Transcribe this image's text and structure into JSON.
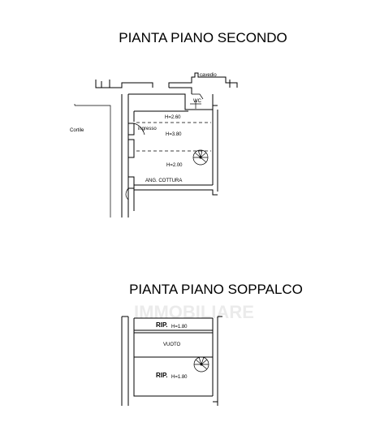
{
  "plans": {
    "second_floor": {
      "title": "PIANTA PIANO SECONDO",
      "labels": {
        "cavedio": "cavedio",
        "wc": "WC",
        "h1": "H=2.60",
        "ingresso": "ingresso",
        "h2": "H=3.80",
        "cortile": "Cortile",
        "h3": "H=2.00",
        "ang_cottura": "ANG. COTTURA"
      }
    },
    "mezzanine": {
      "title": "PIANTA PIANO SOPPALCO",
      "labels": {
        "rip_top": "RIP.",
        "h_top": "H=1.80",
        "vuoto": "VUOTO",
        "rip_bottom": "RIP.",
        "h_bottom": "H=1.80"
      }
    }
  },
  "colors": {
    "ink": "#000000",
    "background": "#ffffff"
  }
}
